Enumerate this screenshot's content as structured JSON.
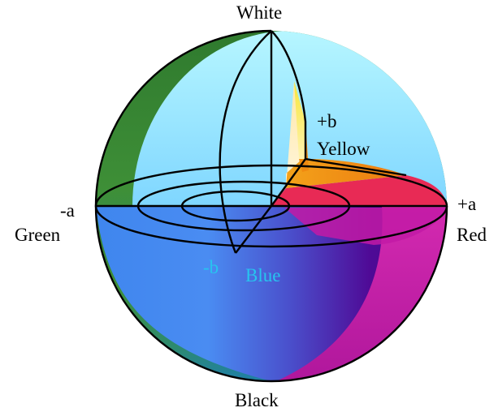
{
  "labels": {
    "white": "White",
    "black": "Black",
    "plus_b": "+b",
    "yellow": "Yellow",
    "minus_a": "-a",
    "green": "Green",
    "plus_a": "+a",
    "red": "Red",
    "minus_b": "-b",
    "blue": "Blue"
  },
  "colors": {
    "green": "#3e8a33",
    "light_cyan": "#a8f0ff",
    "azure": "#3f8cf0",
    "blue": "#4a3fc0",
    "violet": "#4f0a96",
    "magenta": "#c21aa6",
    "red": "#e82a55",
    "orange": "#f08a10",
    "yellow": "#f5e02a",
    "outline": "#000000",
    "minus_b_label": "#27c4ef"
  }
}
